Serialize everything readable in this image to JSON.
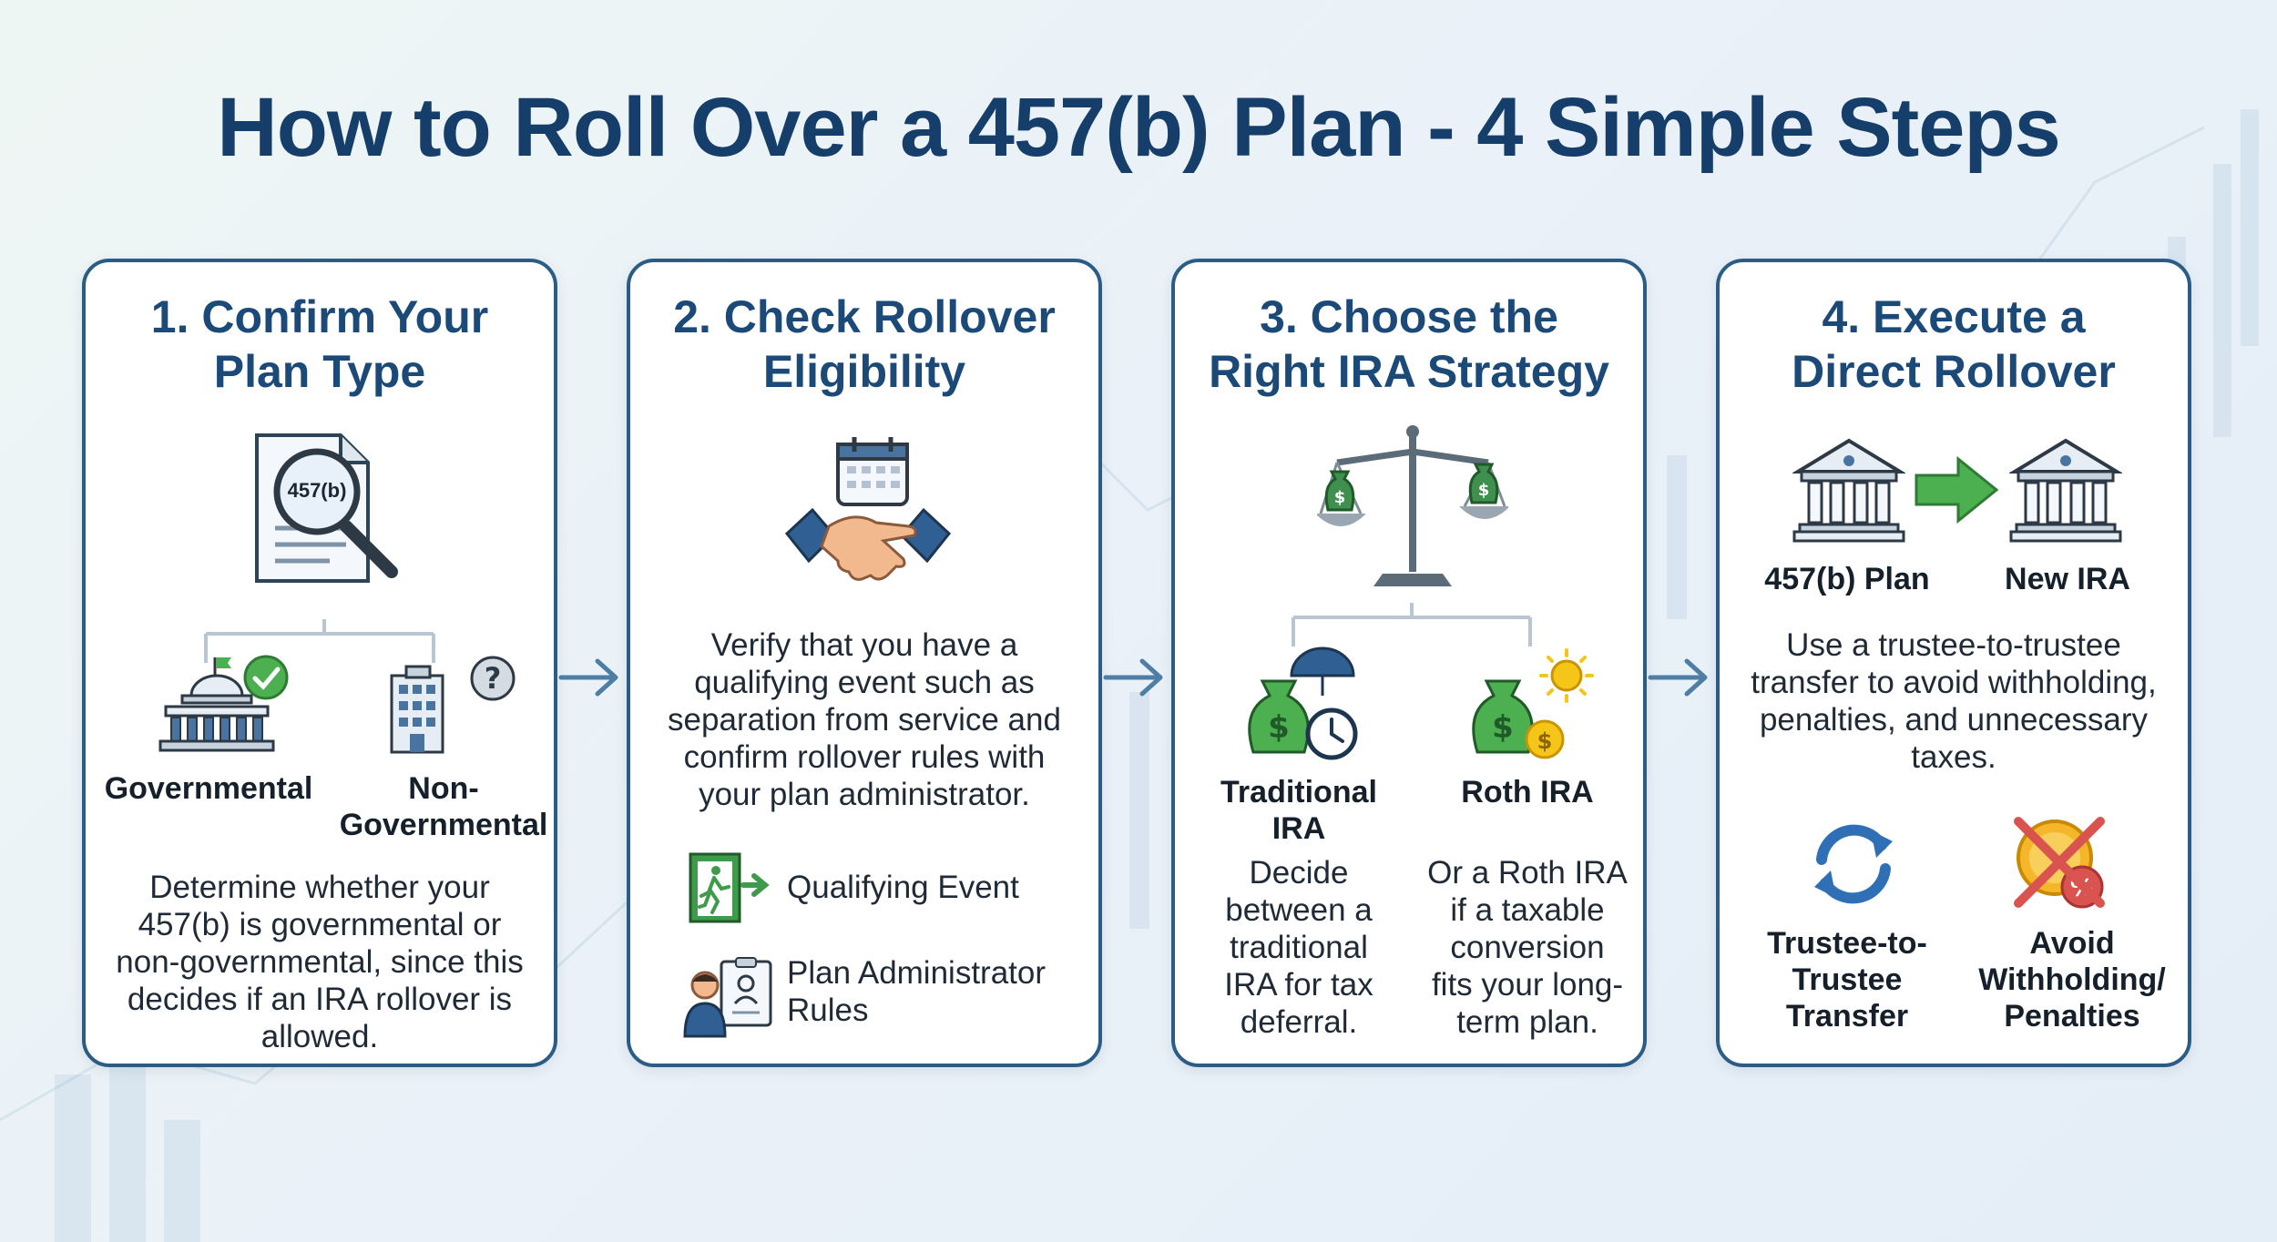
{
  "title": "How to Roll Over a 457(b) Plan - 4 Simple Steps",
  "steps": [
    {
      "title_line1": "1. Confirm Your",
      "title_line2": "Plan Type",
      "doc_badge": "457(b)",
      "option_a": "Governmental",
      "option_b_line1": "Non-",
      "option_b_line2": "Governmental",
      "description": [
        "Determine whether your",
        "457(b) is governmental or",
        "non-governmental, since this",
        "decides if an IRA rollover is",
        "allowed."
      ]
    },
    {
      "title_line1": "2. Check Rollover",
      "title_line2": "Eligibility",
      "description": [
        "Verify that you have a",
        "qualifying event such as",
        "separation from service and",
        "confirm rollover rules with",
        "your plan administrator."
      ],
      "item1": "Qualifying Event",
      "item2_line1": "Plan Administrator",
      "item2_line2": "Rules"
    },
    {
      "title_line1": "3. Choose the",
      "title_line2": "Right IRA Strategy",
      "option_a_line1": "Traditional",
      "option_a_line2": "IRA",
      "option_b": "Roth IRA",
      "desc_a": [
        "Decide",
        "between a",
        "traditional",
        "IRA for tax",
        "deferral."
      ],
      "desc_b": [
        "Or a Roth IRA",
        "if a taxable",
        "conversion",
        "fits your long-",
        "term plan."
      ]
    },
    {
      "title_line1": "4. Execute a",
      "title_line2": "Direct Rollover",
      "from_label": "457(b) Plan",
      "to_label": "New IRA",
      "description": [
        "Use a trustee-to-trustee",
        "transfer to avoid withholding,",
        "penalties, and unnecessary",
        "taxes."
      ],
      "item_a": [
        "Trustee-to-",
        "Trustee",
        "Transfer"
      ],
      "item_b": [
        "Avoid",
        "Withholding/",
        "Penalties"
      ]
    }
  ],
  "colors": {
    "title": "#163e6b",
    "card_border": "#2b5c86",
    "heading": "#1c4a78",
    "green": "#4caf50",
    "money_green": "#3f8f4f"
  }
}
